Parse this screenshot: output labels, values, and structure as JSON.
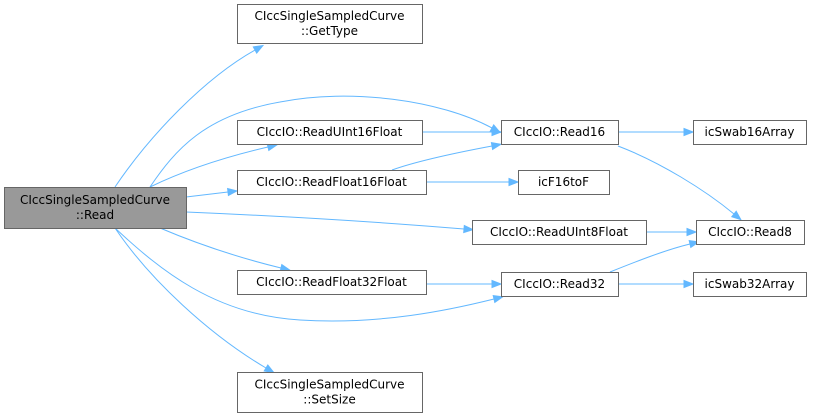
{
  "diagram": {
    "colors": {
      "edge": "#63b8ff",
      "node_border": "#666666",
      "root_fill": "#999999",
      "node_fill": "#ffffff"
    },
    "nodes": [
      {
        "id": "root",
        "lines": [
          "CIccSingleSampledCurve",
          "::Read"
        ]
      },
      {
        "id": "gettype",
        "lines": [
          "CIccSingleSampledCurve",
          "::GetType"
        ]
      },
      {
        "id": "readuint16float",
        "lines": [
          "CIccIO::ReadUInt16Float"
        ]
      },
      {
        "id": "readfloat16float",
        "lines": [
          "CIccIO::ReadFloat16Float"
        ]
      },
      {
        "id": "readfloat32float",
        "lines": [
          "CIccIO::ReadFloat32Float"
        ]
      },
      {
        "id": "setsize",
        "lines": [
          "CIccSingleSampledCurve",
          "::SetSize"
        ]
      },
      {
        "id": "read16",
        "lines": [
          "CIccIO::Read16"
        ]
      },
      {
        "id": "icf16tof",
        "lines": [
          "icF16toF"
        ]
      },
      {
        "id": "readuint8float",
        "lines": [
          "CIccIO::ReadUInt8Float"
        ]
      },
      {
        "id": "read32",
        "lines": [
          "CIccIO::Read32"
        ]
      },
      {
        "id": "icswab16array",
        "lines": [
          "icSwab16Array"
        ]
      },
      {
        "id": "read8",
        "lines": [
          "CIccIO::Read8"
        ]
      },
      {
        "id": "icswab32array",
        "lines": [
          "icSwab32Array"
        ]
      }
    ],
    "edges": [
      {
        "from": "root",
        "to": "gettype"
      },
      {
        "from": "root",
        "to": "read16"
      },
      {
        "from": "root",
        "to": "readuint16float"
      },
      {
        "from": "root",
        "to": "readfloat16float"
      },
      {
        "from": "root",
        "to": "readuint8float"
      },
      {
        "from": "root",
        "to": "readfloat32float"
      },
      {
        "from": "root",
        "to": "read32"
      },
      {
        "from": "root",
        "to": "setsize"
      },
      {
        "from": "readuint16float",
        "to": "read16"
      },
      {
        "from": "readfloat16float",
        "to": "read16"
      },
      {
        "from": "readfloat16float",
        "to": "icf16tof"
      },
      {
        "from": "read16",
        "to": "icswab16array"
      },
      {
        "from": "read16",
        "to": "read8"
      },
      {
        "from": "readuint8float",
        "to": "read8"
      },
      {
        "from": "readfloat32float",
        "to": "read32"
      },
      {
        "from": "read32",
        "to": "read8"
      },
      {
        "from": "read32",
        "to": "icswab32array"
      }
    ]
  }
}
